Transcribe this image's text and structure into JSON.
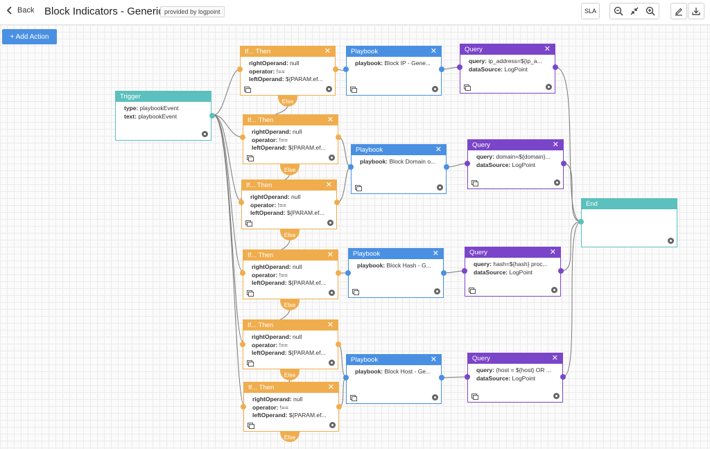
{
  "header": {
    "back_label": "Back",
    "title": "Block Indicators - Generic",
    "provided_by": "provided by logpoint",
    "sla_label": "SLA"
  },
  "toolbar": {
    "add_action_label": "+ Add Action"
  },
  "colors": {
    "trigger": "#5bc0be",
    "if_then": "#f0ad4e",
    "playbook": "#4a90e2",
    "query": "#7b45c9",
    "end": "#5bc0be",
    "primary_button": "#4a90e2"
  },
  "trigger": {
    "title": "Trigger",
    "fields": [
      {
        "key": "type:",
        "value": " playbookEvent"
      },
      {
        "key": "text:",
        "value": " playbookEvent"
      }
    ]
  },
  "if_nodes": [
    {
      "title": "If... Then",
      "else_label": "Else",
      "fields": [
        {
          "key": "rightOperand:",
          "value": " null"
        },
        {
          "key": "operator:",
          "value": " !=="
        },
        {
          "key": "leftOperand:",
          "value": " ${PARAM.ef..."
        }
      ]
    },
    {
      "title": "If... Then",
      "else_label": "Else",
      "fields": [
        {
          "key": "rightOperand:",
          "value": " null"
        },
        {
          "key": "operator:",
          "value": " !=="
        },
        {
          "key": "leftOperand:",
          "value": " ${PARAM.ef..."
        }
      ]
    },
    {
      "title": "If... Then",
      "else_label": "Else",
      "fields": [
        {
          "key": "rightOperand:",
          "value": " null"
        },
        {
          "key": "operator:",
          "value": " !=="
        },
        {
          "key": "leftOperand:",
          "value": " ${PARAM.ef..."
        }
      ]
    },
    {
      "title": "If... Then",
      "else_label": "Else",
      "fields": [
        {
          "key": "rightOperand:",
          "value": " null"
        },
        {
          "key": "operator:",
          "value": " !=="
        },
        {
          "key": "leftOperand:",
          "value": " ${PARAM.ef..."
        }
      ]
    },
    {
      "title": "If... Then",
      "else_label": "Else",
      "fields": [
        {
          "key": "rightOperand:",
          "value": " null"
        },
        {
          "key": "operator:",
          "value": " !=="
        },
        {
          "key": "leftOperand:",
          "value": " ${PARAM.ef..."
        }
      ]
    },
    {
      "title": "If... Then",
      "else_label": "Else",
      "fields": [
        {
          "key": "rightOperand:",
          "value": " null"
        },
        {
          "key": "operator:",
          "value": " !=="
        },
        {
          "key": "leftOperand:",
          "value": " ${PARAM.ef..."
        }
      ]
    }
  ],
  "playbooks": [
    {
      "title": "Playbook",
      "key": "playbook:",
      "value": " Block IP - Gene..."
    },
    {
      "title": "Playbook",
      "key": "playbook:",
      "value": " Block Domain o..."
    },
    {
      "title": "Playbook",
      "key": "playbook:",
      "value": " Block Hash - G..."
    },
    {
      "title": "Playbook",
      "key": "playbook:",
      "value": " Block Host - Ge..."
    }
  ],
  "queries": [
    {
      "title": "Query",
      "fields": [
        {
          "key": "query:",
          "value": " ip_address=${ip_a..."
        },
        {
          "key": "dataSource:",
          "value": " LogPoint"
        }
      ]
    },
    {
      "title": "Query",
      "fields": [
        {
          "key": "query:",
          "value": " domain=${domain}..."
        },
        {
          "key": "dataSource:",
          "value": " LogPoint"
        }
      ]
    },
    {
      "title": "Query",
      "fields": [
        {
          "key": "query:",
          "value": " hash=${hash} proc..."
        },
        {
          "key": "dataSource:",
          "value": " LogPoint"
        }
      ]
    },
    {
      "title": "Query",
      "fields": [
        {
          "key": "query:",
          "value": " (host = ${host} OR ..."
        },
        {
          "key": "dataSource:",
          "value": " LogPoint"
        }
      ]
    }
  ],
  "end_node": {
    "title": "End"
  }
}
